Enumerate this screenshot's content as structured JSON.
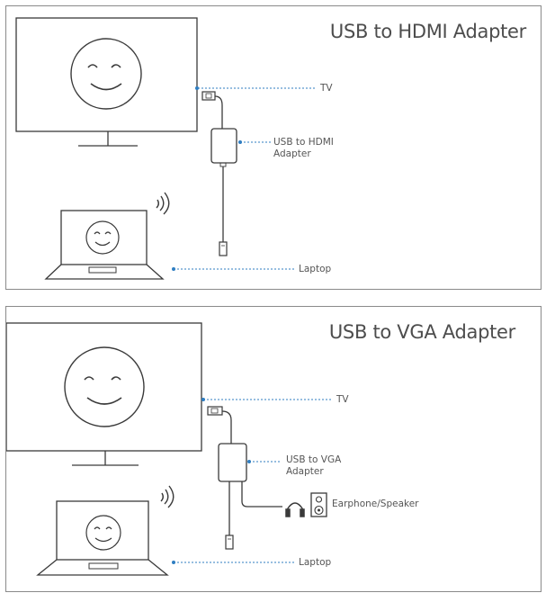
{
  "hdmi": {
    "title": "USB to HDMI Adapter",
    "labels": {
      "tv": "TV",
      "adapter_line1": "USB to HDMI",
      "adapter_line2": "Adapter",
      "laptop": "Laptop"
    }
  },
  "vga": {
    "title": "USB to VGA Adapter",
    "labels": {
      "tv": "TV",
      "adapter_line1": "USB to VGA",
      "adapter_line2": "Adapter",
      "audio": "Earphone/Speaker",
      "laptop": "Laptop"
    }
  },
  "colors": {
    "line": "#3a3a3a",
    "leader": "#2f7ec2",
    "text": "#555555"
  },
  "icons": [
    "tv-monitor-icon",
    "smiley-face-icon",
    "laptop-icon",
    "wireless-signal-icon",
    "usb-adapter-icon",
    "hdmi-plug-icon",
    "usb-plug-icon",
    "earphone-icon",
    "speaker-icon"
  ]
}
